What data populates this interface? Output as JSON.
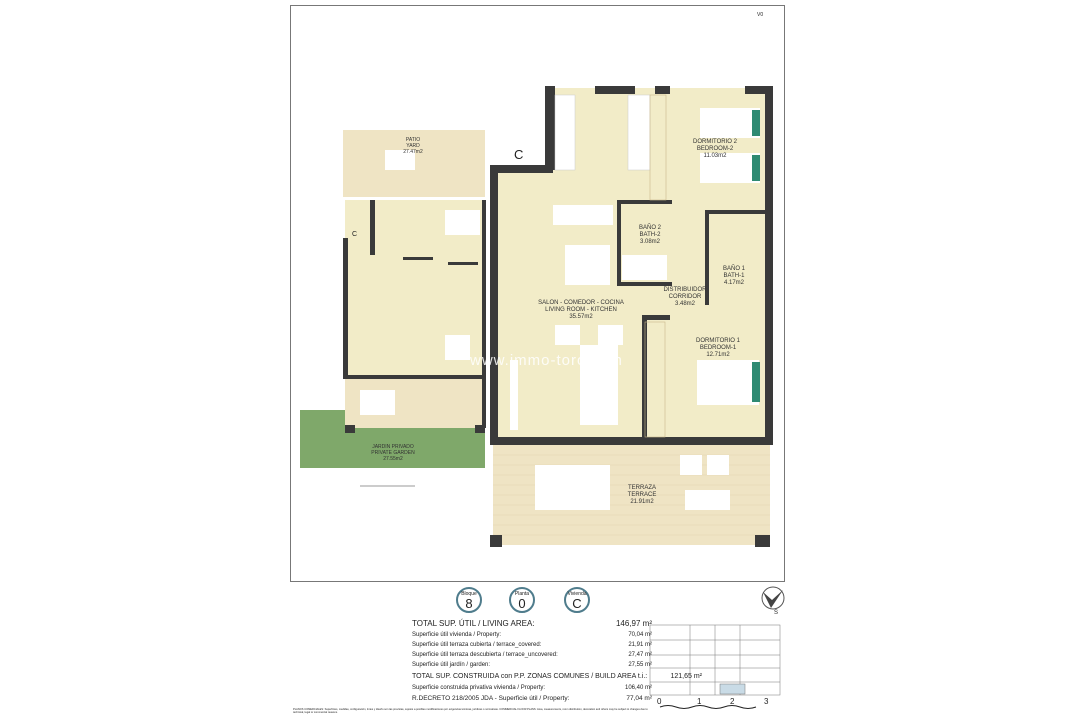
{
  "version": "V0",
  "main_plan": {
    "door_letter": "C",
    "rooms": [
      {
        "lines": [
          "DORMITORIO 2",
          "BEDROOM-2",
          "11.03m2"
        ]
      },
      {
        "lines": [
          "BAÑO 2",
          "BATH-2",
          "3.08m2"
        ]
      },
      {
        "lines": [
          "BAÑO 1",
          "BATH-1",
          "4.17m2"
        ]
      },
      {
        "lines": [
          "DISTRIBUIDOR",
          "CORRIDOR",
          "3.48m2"
        ]
      },
      {
        "lines": [
          "SALON - COMEDOR - COCINA",
          "LIVING ROOM - KITCHEN",
          "35.57m2"
        ]
      },
      {
        "lines": [
          "DORMITORIO 1",
          "BEDROOM-1",
          "12.71m2"
        ]
      },
      {
        "lines": [
          "TERRAZA",
          "TERRACE",
          "21.91m2"
        ]
      }
    ]
  },
  "mini_plan": {
    "door_letter": "C",
    "patio": [
      "PATIO",
      "YARD",
      "27.47m2"
    ],
    "garden": [
      "JARDIN PRIVADO",
      "PRIVATE GARDEN",
      "27.55m2"
    ]
  },
  "watermark": "www.immo-toro.com",
  "badges": [
    {
      "label": "Bloque",
      "value": "8"
    },
    {
      "label": "Planta",
      "value": "0"
    },
    {
      "label": "Vivienda",
      "value": "C"
    }
  ],
  "compass": "S",
  "areas": {
    "total_living": {
      "label": "TOTAL SUP. ÚTIL / LIVING AREA:",
      "value": "146,97 m²"
    },
    "items": [
      {
        "label": "Superficie útil vivienda / Property:",
        "value": "70,04 m²"
      },
      {
        "label": "Superficie útil terraza cubierta / terrace_covered:",
        "value": "21,91 m²"
      },
      {
        "label": "Superficie útil terraza descubierta / terrace_uncovered:",
        "value": "27,47 m²"
      },
      {
        "label": "Superficie útil jardín / garden:",
        "value": "27,55 m²"
      }
    ],
    "total_build": {
      "label": "TOTAL SUP. CONSTRUIDA con P.P. ZONAS COMUNES / BUILD AREA t.i.:",
      "value": "121,65 m²"
    },
    "build_private": {
      "label": "Superficie construida privativa vivienda / Property:",
      "value": "106,40 m²"
    },
    "decree": {
      "label": "R.DECRETO 218/2005 JDA  -  Superficie útil / Property:",
      "value": "77,04 m²"
    }
  },
  "footnote": "PLANOS COMERCIALES: Superficies, medidas, configuración, tintes y diseño son las previstas, sujetos a posibles modificaciones por exigencias técnicas, jurídicas o normativas. COMMERCIAL FLOOR PLANS: Area, measurements, room distribution, decoration and others may be subject to changes due to technical, legal or commercial reasons.",
  "scale_ticks": [
    "0",
    "1",
    "2",
    "3"
  ],
  "colors": {
    "floor": "#f2ecc8",
    "terrace": "#efe4c4",
    "wall": "#3a3a3a",
    "garden": "#7fa86a",
    "accent": "#2e8a72",
    "badge_border": "#4f7c8c"
  }
}
